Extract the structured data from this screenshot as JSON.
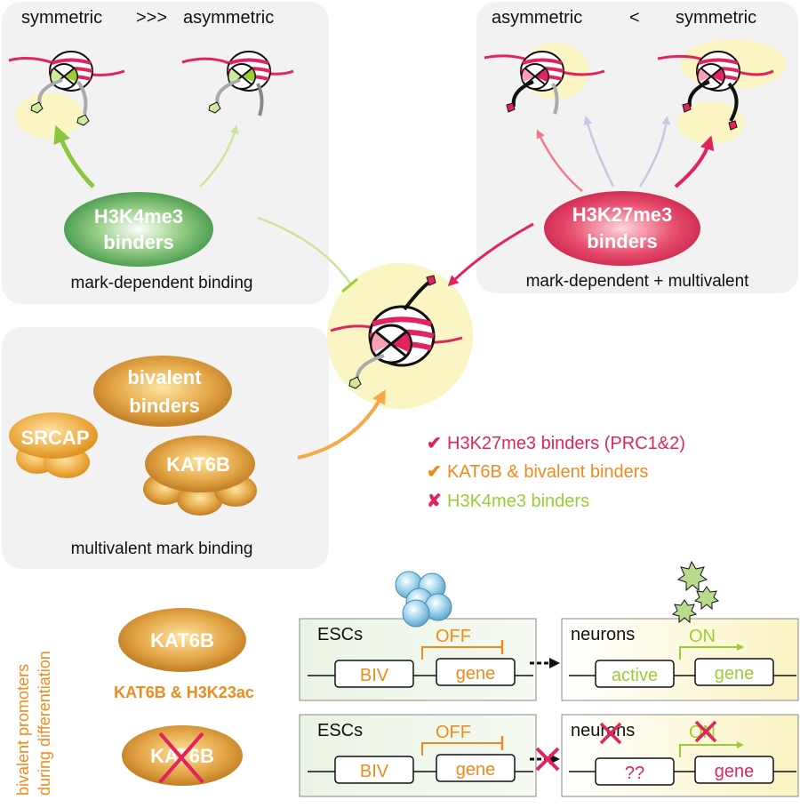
{
  "panels": {
    "h3k4": {
      "left_label": "symmetric",
      "separator": ">>>",
      "right_label": "asymmetric",
      "binder_line1": "H3K4me3",
      "binder_line2": "binders",
      "caption": "mark-dependent binding"
    },
    "h3k27": {
      "left_label": "asymmetric",
      "separator": "<",
      "right_label": "symmetric",
      "binder_line1": "H3K27me3",
      "binder_line2": "binders",
      "caption": "mark-dependent + multivalent"
    },
    "multivalent": {
      "bivalent_line1": "bivalent",
      "bivalent_line2": "binders",
      "srcap": "SRCAP",
      "kat6b": "KAT6B",
      "caption": "multivalent mark binding"
    }
  },
  "legend": [
    {
      "symbol": "✔",
      "text": "H3K27me3 binders (PRC1&2)",
      "color": "#e0245e"
    },
    {
      "symbol": "✔",
      "text": "KAT6B & bivalent binders",
      "color": "#f08a1c"
    },
    {
      "symbol": "✘",
      "text": "H3K4me3 binders",
      "color": "#9acd32"
    }
  ],
  "bottom": {
    "vertical_line1": "bivalent promoters",
    "vertical_line2": "during differentiation",
    "kat6b_top": "KAT6B",
    "kat6b_caption": "KAT6B & H3K23ac",
    "kat6b_bottom": "KAT6B",
    "row1": {
      "left_title": "ESCs",
      "off": "OFF",
      "biv": "BIV",
      "gene_left": "gene",
      "right_title": "neurons",
      "on": "ON",
      "active": "active",
      "gene_right": "gene"
    },
    "row2": {
      "left_title": "ESCs",
      "off": "OFF",
      "biv": "BIV",
      "gene_left": "gene",
      "right_title": "neurons",
      "on": "ON",
      "unknown": "??",
      "gene_right": "gene"
    }
  },
  "colors": {
    "green": "#9acd32",
    "red": "#e0245e",
    "orange": "#f08a1c",
    "panel_bg": "#f2f2f2",
    "esc_bg": "#eef6e8",
    "neuron_bg": "#fbf6d4"
  }
}
